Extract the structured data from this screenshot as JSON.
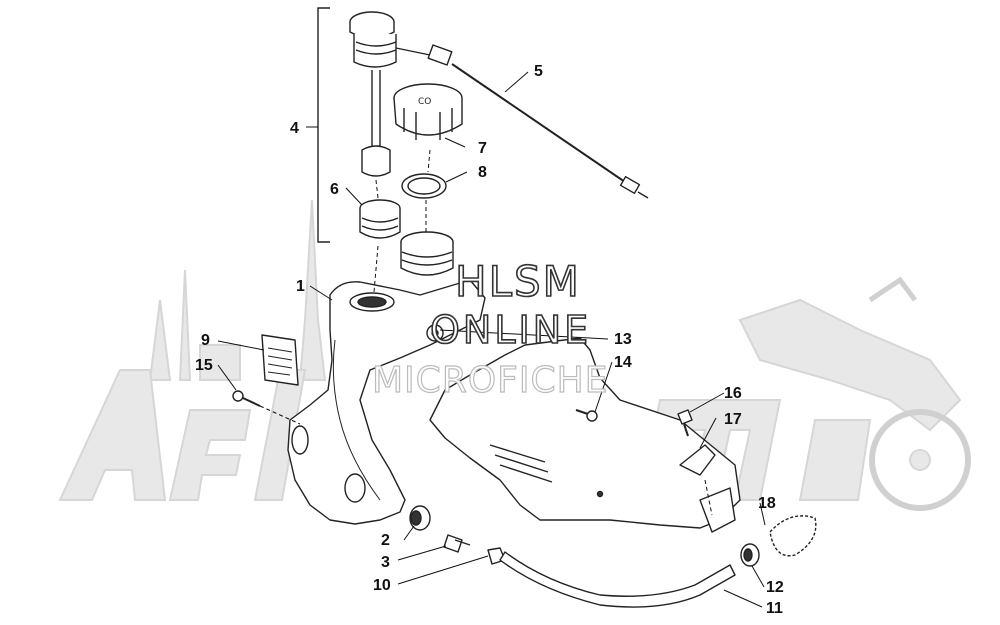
{
  "watermark": {
    "line1": "HLSM",
    "line2": "ONLINE",
    "line3": "MICROFICHE"
  },
  "background_logo_colour": "#e6e6e6",
  "line_colour": "#222222",
  "callouts": [
    {
      "id": "1",
      "label": "1"
    },
    {
      "id": "2",
      "label": "2"
    },
    {
      "id": "3",
      "label": "3"
    },
    {
      "id": "4",
      "label": "4"
    },
    {
      "id": "5",
      "label": "5"
    },
    {
      "id": "6",
      "label": "6"
    },
    {
      "id": "7",
      "label": "7"
    },
    {
      "id": "8",
      "label": "8"
    },
    {
      "id": "9",
      "label": "9"
    },
    {
      "id": "10",
      "label": "10"
    },
    {
      "id": "11",
      "label": "11"
    },
    {
      "id": "12",
      "label": "12"
    },
    {
      "id": "13",
      "label": "13"
    },
    {
      "id": "14",
      "label": "14"
    },
    {
      "id": "15",
      "label": "15"
    },
    {
      "id": "16",
      "label": "16"
    },
    {
      "id": "17",
      "label": "17"
    },
    {
      "id": "18",
      "label": "18"
    }
  ]
}
